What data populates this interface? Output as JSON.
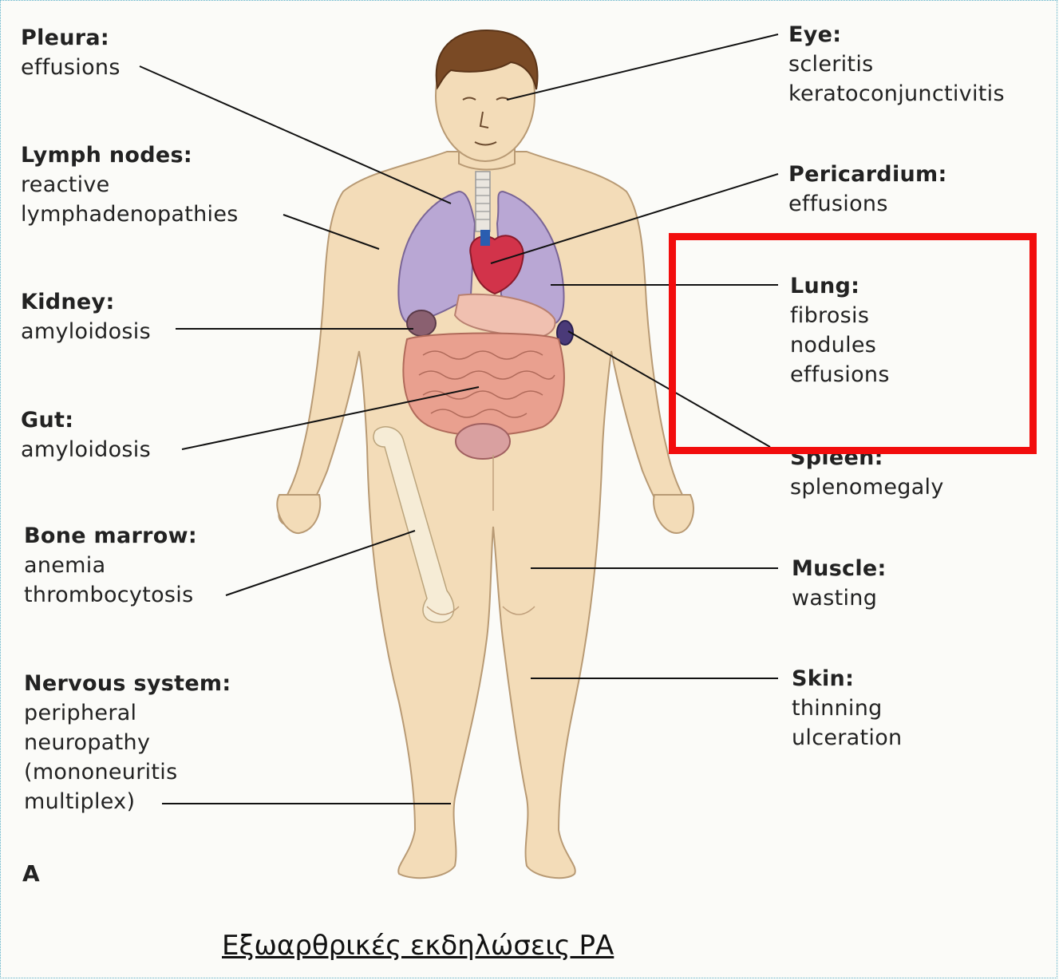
{
  "labels": {
    "pleura": {
      "head": "Pleura:",
      "items": [
        "effusions"
      ]
    },
    "lymph": {
      "head": "Lymph nodes:",
      "items": [
        "reactive",
        "lymphadenopathies"
      ]
    },
    "kidney": {
      "head": "Kidney:",
      "items": [
        "amyloidosis"
      ]
    },
    "gut": {
      "head": "Gut:",
      "items": [
        "amyloidosis"
      ]
    },
    "bone": {
      "head": "Bone marrow:",
      "items": [
        "anemia",
        "thrombocytosis"
      ]
    },
    "nervous": {
      "head": "Nervous system:",
      "items": [
        "peripheral",
        "neuropathy",
        "(mononeuritis",
        "multiplex)"
      ]
    },
    "eye": {
      "head": "Eye:",
      "items": [
        "scleritis",
        "keratoconjunctivitis"
      ]
    },
    "pericardium": {
      "head": "Pericardium:",
      "items": [
        "effusions"
      ]
    },
    "lung": {
      "head": "Lung:",
      "items": [
        "fibrosis",
        "nodules",
        "effusions"
      ]
    },
    "spleen": {
      "head": "Spleen:",
      "items": [
        "splenomegaly"
      ]
    },
    "muscle": {
      "head": "Muscle:",
      "items": [
        "wasting"
      ]
    },
    "skin": {
      "head": "Skin:",
      "items": [
        "thinning",
        "ulceration"
      ]
    }
  },
  "panel_letter": "A",
  "caption": "Εξωαρθρικές εκδηλώσεις ΡΑ",
  "colors": {
    "highlight": "#f20d0d",
    "skin": "#f3dcb8",
    "lung": "#b9a7d4",
    "heart": "#d2334a",
    "intestine": "#e9a08f"
  }
}
